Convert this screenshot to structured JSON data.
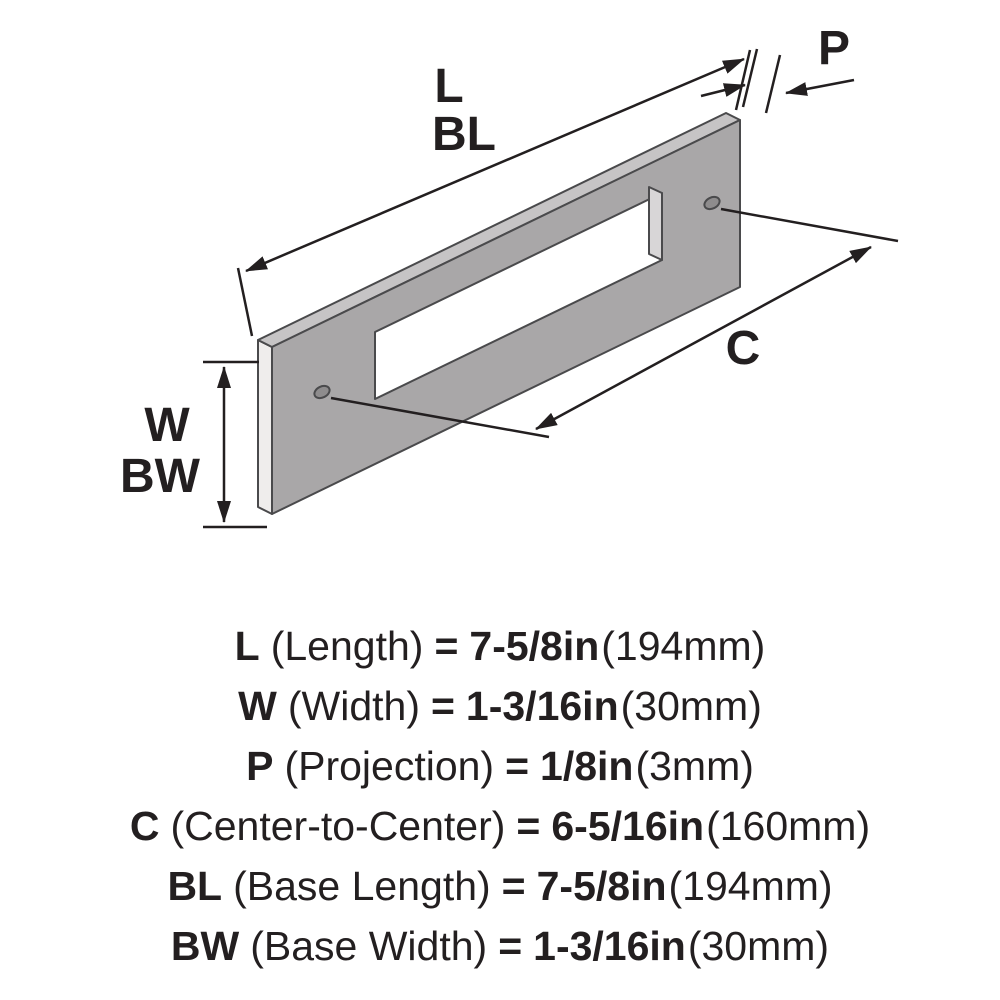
{
  "diagram": {
    "labels": {
      "length": "L",
      "base_length": "BL",
      "projection": "P",
      "center_to_center": "C",
      "width": "W",
      "base_width": "BW"
    },
    "colors": {
      "plate_face": "#a9a7a8",
      "plate_top": "#c6c4c5",
      "plate_side": "#efedec",
      "cutout_inner": "#d8d6d7",
      "hole_fill": "#8e8c8d",
      "outline": "#4a4a4c",
      "dimension_line": "#231f20",
      "background": "#ffffff"
    }
  },
  "spec_equals": "=",
  "spec_list": [
    {
      "code": "L",
      "name": "(Length)",
      "value": "7-5/8in",
      "metric": "(194mm)"
    },
    {
      "code": "W",
      "name": "(Width)",
      "value": "1-3/16in",
      "metric": "(30mm)"
    },
    {
      "code": "P",
      "name": "(Projection)",
      "value": "1/8in",
      "metric": "(3mm)"
    },
    {
      "code": "C",
      "name": "(Center-to-Center)",
      "value": "6-5/16in",
      "metric": "(160mm)"
    },
    {
      "code": "BL",
      "name": "(Base Length)",
      "value": "7-5/8in",
      "metric": "(194mm)"
    },
    {
      "code": "BW",
      "name": "(Base Width)",
      "value": "1-3/16in",
      "metric": "(30mm)"
    }
  ]
}
